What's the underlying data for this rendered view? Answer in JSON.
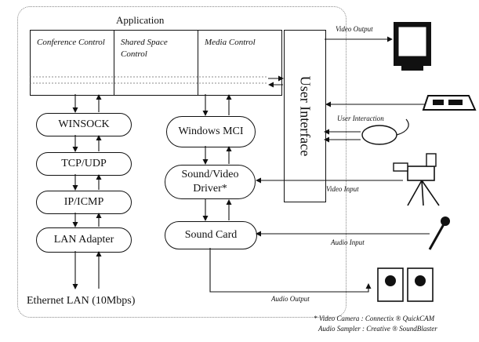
{
  "application": {
    "title": "Application"
  },
  "top_panels": [
    {
      "label": "Conference Control"
    },
    {
      "label": "Shared Space Control"
    },
    {
      "label": "Media Control"
    }
  ],
  "user_interface": {
    "label": "User Interface"
  },
  "network_stack": [
    {
      "label": "WINSOCK"
    },
    {
      "label": "TCP/UDP"
    },
    {
      "label": "IP/ICMP"
    },
    {
      "label": "LAN Adapter"
    }
  ],
  "media_stack": [
    {
      "label": "Windows MCI"
    },
    {
      "label": "Sound/Video Driver*"
    },
    {
      "label": "Sound Card"
    }
  ],
  "ethernet": {
    "label": "Ethernet LAN (10Mbps)"
  },
  "connection_labels": {
    "video_output": "Video Output",
    "user_interaction": "User Interaction",
    "video_input": "Video Input",
    "audio_input": "Audio Input",
    "audio_output": "Audio Output"
  },
  "footnote": {
    "line1": "* Video Camera : Connectix ® QuickCAM",
    "line2": "Audio Sampler : Creative ® SoundBlaster"
  }
}
